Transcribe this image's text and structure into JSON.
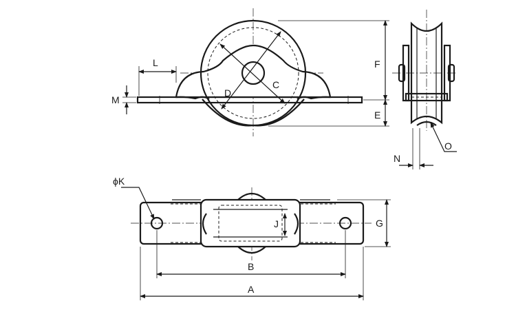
{
  "labels": {
    "L": "L",
    "M": "M",
    "D": "D",
    "C": "C",
    "F": "F",
    "E": "E",
    "N": "N",
    "O": "O",
    "K": "ϕK",
    "J": "J",
    "G": "G",
    "B": "B",
    "A": "A"
  },
  "colors": {
    "ink": "#1a1a1a",
    "background": "#ffffff"
  }
}
